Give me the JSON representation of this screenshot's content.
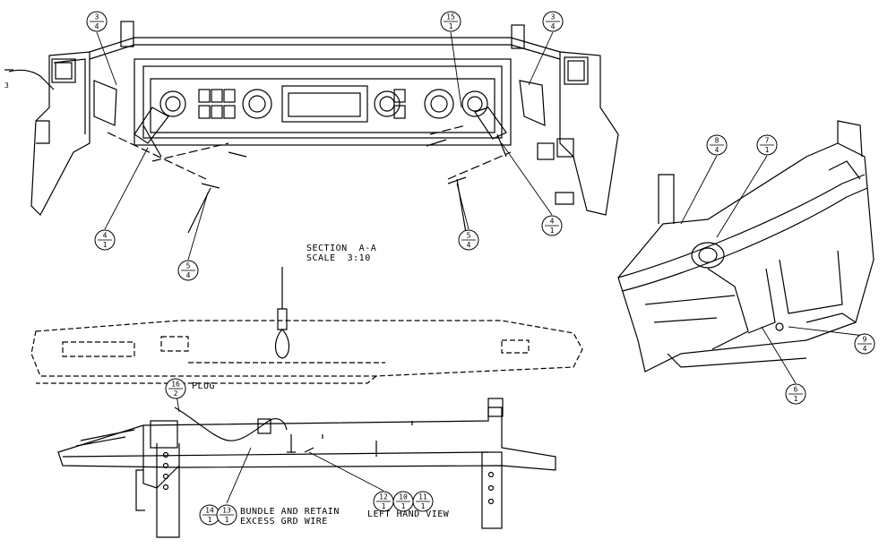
{
  "section": {
    "title": "SECTION  A-A",
    "scale": "SCALE  3:10"
  },
  "notes": {
    "plug": "PLUG",
    "bundle_line1": "BUNDLE AND RETAIN",
    "bundle_line2": "EXCESS GRD WIRE",
    "left_hand_view": "LEFT HAND VIEW",
    "wire_tag": "3"
  },
  "callouts": [
    {
      "top": "3",
      "bottom": "4"
    },
    {
      "top": "15",
      "bottom": "1"
    },
    {
      "top": "3",
      "bottom": "4"
    },
    {
      "top": "4",
      "bottom": "1"
    },
    {
      "top": "5",
      "bottom": "4"
    },
    {
      "top": "5",
      "bottom": "4"
    },
    {
      "top": "4",
      "bottom": "1"
    },
    {
      "top": "8",
      "bottom": "4"
    },
    {
      "top": "7",
      "bottom": "1"
    },
    {
      "top": "9",
      "bottom": "4"
    },
    {
      "top": "6",
      "bottom": "1"
    },
    {
      "top": "16",
      "bottom": "2"
    },
    {
      "top": "14",
      "bottom": "1"
    },
    {
      "top": "13",
      "bottom": "1"
    },
    {
      "top": "12",
      "bottom": "1"
    },
    {
      "top": "10",
      "bottom": "1"
    },
    {
      "top": "11",
      "bottom": "1"
    }
  ]
}
